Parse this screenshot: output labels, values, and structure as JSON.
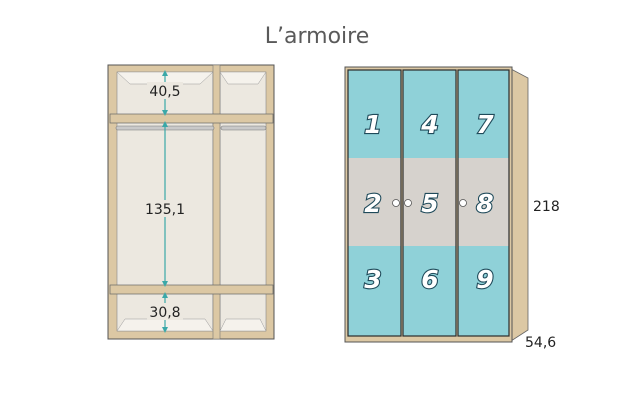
{
  "title": "L’armoire",
  "dimensions": {
    "top_shelf": "40,5",
    "hanging": "135,1",
    "bottom_shelf": "30,8",
    "height": "218",
    "depth": "54,6"
  },
  "door_numbers": [
    "1",
    "2",
    "3",
    "4",
    "5",
    "6",
    "7",
    "8",
    "9"
  ],
  "colors": {
    "wood": "#dcc8a4",
    "interior": "#ece8e0",
    "door_blue": "#8fd1d8",
    "door_grey": "#d6d2cd",
    "dimension_line": "#3aa8a8"
  }
}
